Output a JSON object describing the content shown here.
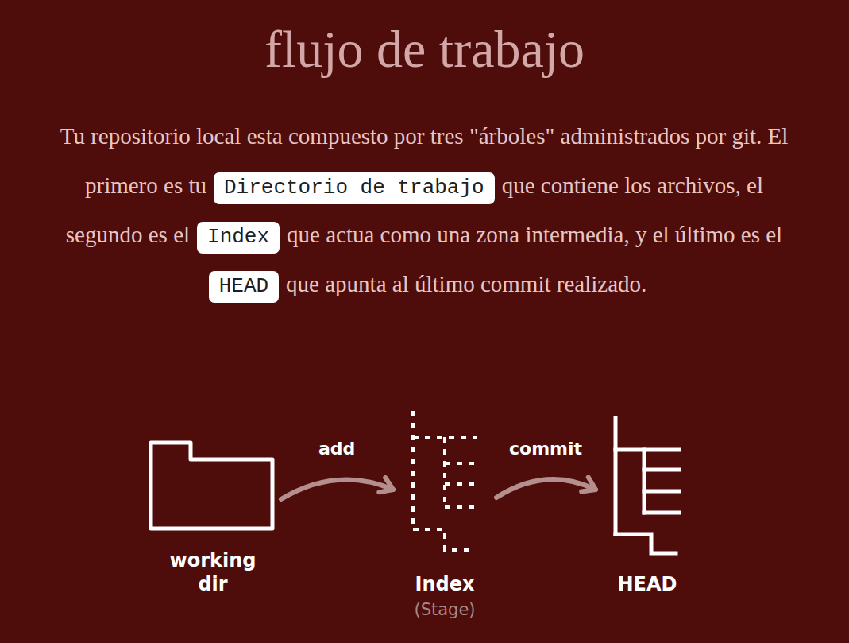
{
  "diagram": {
    "title": "flujo de trabajo",
    "nodes": [
      {
        "text": [
          "working dir"
        ]
      },
      {
        "text": [
          "Index",
          "(Stage)"
        ]
      },
      {
        "text": [
          "HEAD"
        ]
      }
    ],
    "edges": [
      {
        "from": 0,
        "to": 1,
        "label": "add",
        "arrow": "to"
      },
      {
        "from": 1,
        "to": 2,
        "label": "commit",
        "arrow": "to"
      }
    ],
    "labels": [
      "Tu repositorio local esta compuesto por tres \"árboles\" administrados por git. El primero es tu",
      "Directorio de trabajo",
      "que contiene los archivos, el segundo es el",
      "Index",
      "que actua como una zona intermedia, y el último es el",
      "HEAD",
      "que apunta al último commit realizado."
    ]
  }
}
